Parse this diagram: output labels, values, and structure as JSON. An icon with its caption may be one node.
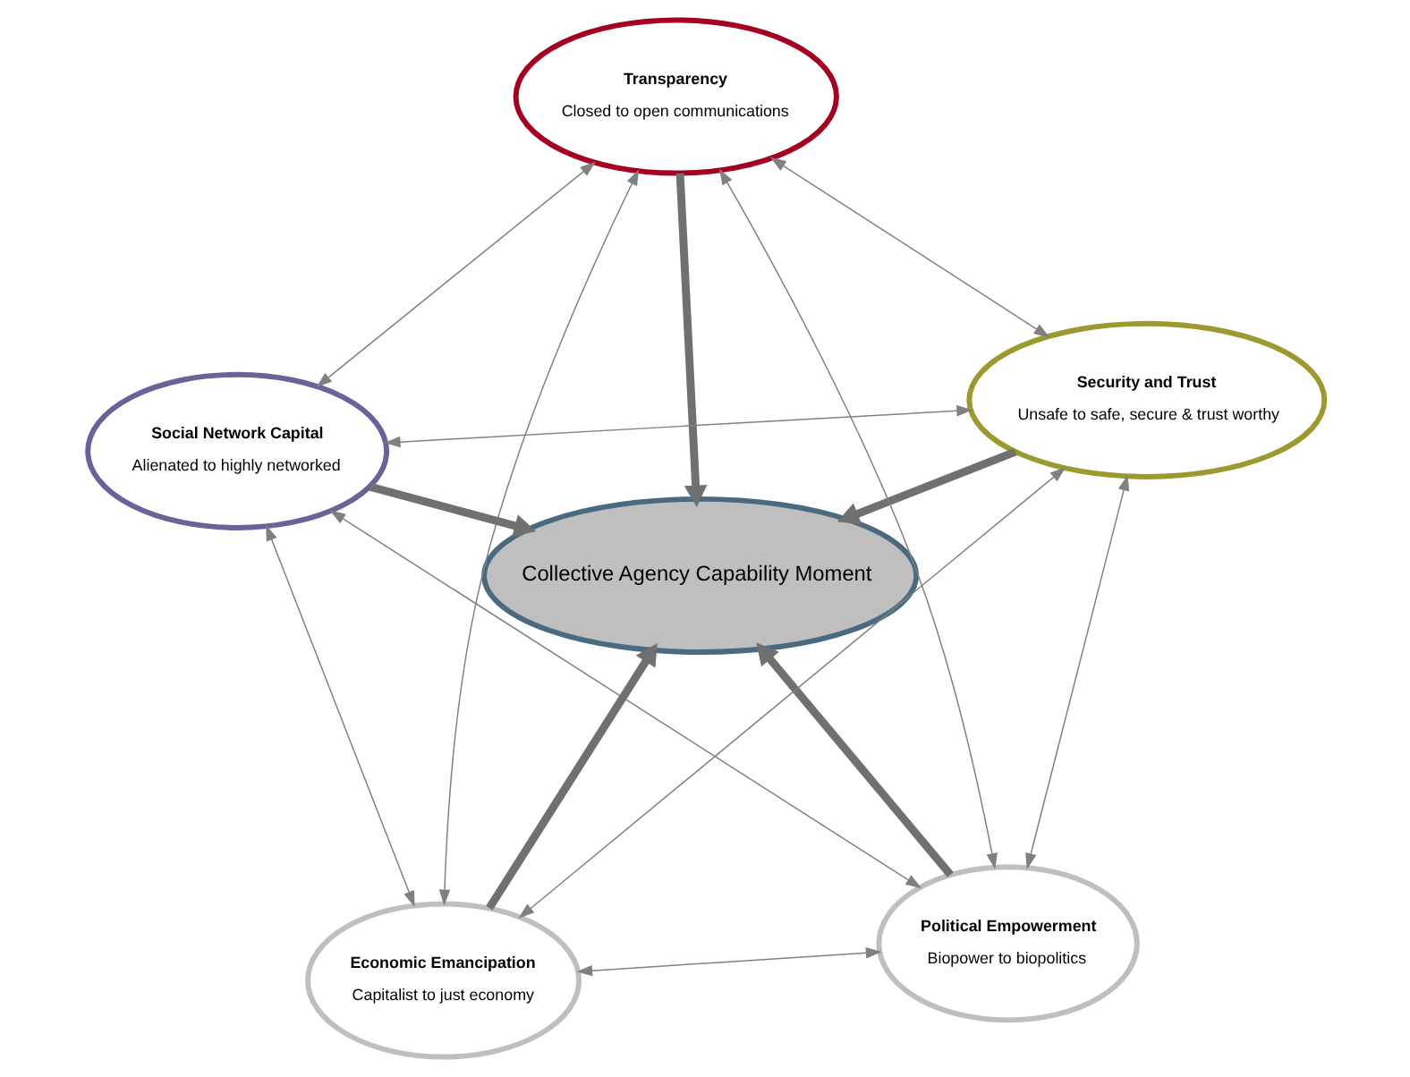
{
  "diagram": {
    "nodes": [
      {
        "text": [
          "Collective Agency Capability Moment"
        ]
      },
      {
        "text": [
          "Political Empowerment",
          "Biopower to biopolitics"
        ]
      },
      {
        "text": [
          "Economic Emancipation",
          "Capitalist to just economy"
        ]
      },
      {
        "text": [
          "Social Network Capital",
          "Alienated to highly networked"
        ]
      },
      {
        "text": [
          "Security and Trust",
          "Unsafe to safe, secure & trust worthy"
        ]
      },
      {
        "text": [
          "Transparency",
          "Closed to open communications"
        ]
      }
    ],
    "edges": [
      {
        "from": 1,
        "to": 0,
        "arrow": "to",
        "style": "thick"
      },
      {
        "from": 2,
        "to": 0,
        "arrow": "to",
        "style": "thick"
      },
      {
        "from": 3,
        "to": 0,
        "arrow": "to",
        "style": "thick"
      },
      {
        "from": 4,
        "to": 0,
        "arrow": "to",
        "style": "thick"
      },
      {
        "from": 5,
        "to": 0,
        "arrow": "to",
        "style": "thick"
      },
      {
        "from": 2,
        "to": 1,
        "arrow": "both"
      },
      {
        "from": 1,
        "to": 3,
        "arrow": "both"
      },
      {
        "from": 2,
        "to": 3,
        "arrow": "both"
      },
      {
        "from": 1,
        "to": 4,
        "arrow": "both"
      },
      {
        "from": 1,
        "to": 5,
        "arrow": "both"
      },
      {
        "from": 2,
        "to": 4,
        "arrow": "both"
      },
      {
        "from": 2,
        "to": 5,
        "arrow": "both"
      },
      {
        "from": 3,
        "to": 4,
        "arrow": "both"
      },
      {
        "from": 3,
        "to": 5,
        "arrow": "both"
      },
      {
        "from": 4,
        "to": 5,
        "arrow": "both"
      }
    ]
  }
}
